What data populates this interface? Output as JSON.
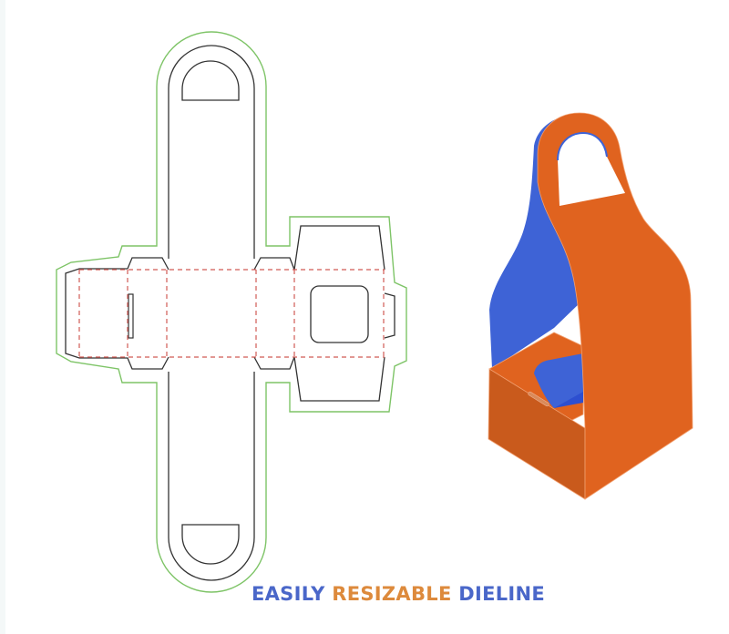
{
  "caption": {
    "words": [
      {
        "text": "EASILY",
        "color": "#4a67c9"
      },
      {
        "text": "RESIZABLE",
        "color": "#dd8a3c"
      },
      {
        "text": "DIELINE",
        "color": "#4a67c9"
      }
    ]
  },
  "dieline": {
    "bleed_line_color": "#7ec467",
    "cut_line_color": "#333333",
    "fold_line_color": "#d05a55",
    "parts": [
      "top-handle-panel",
      "left-side-flap",
      "left-glue-tab",
      "center-panel",
      "right-side-panel",
      "window-panel",
      "right-tuck-tab",
      "bottom-handle-panel"
    ]
  },
  "mockup": {
    "front_color": "#e0631f",
    "side_color": "#c95a1c",
    "inner_color": "#3e63d6",
    "label": "3d-box-carrier-with-handle"
  }
}
